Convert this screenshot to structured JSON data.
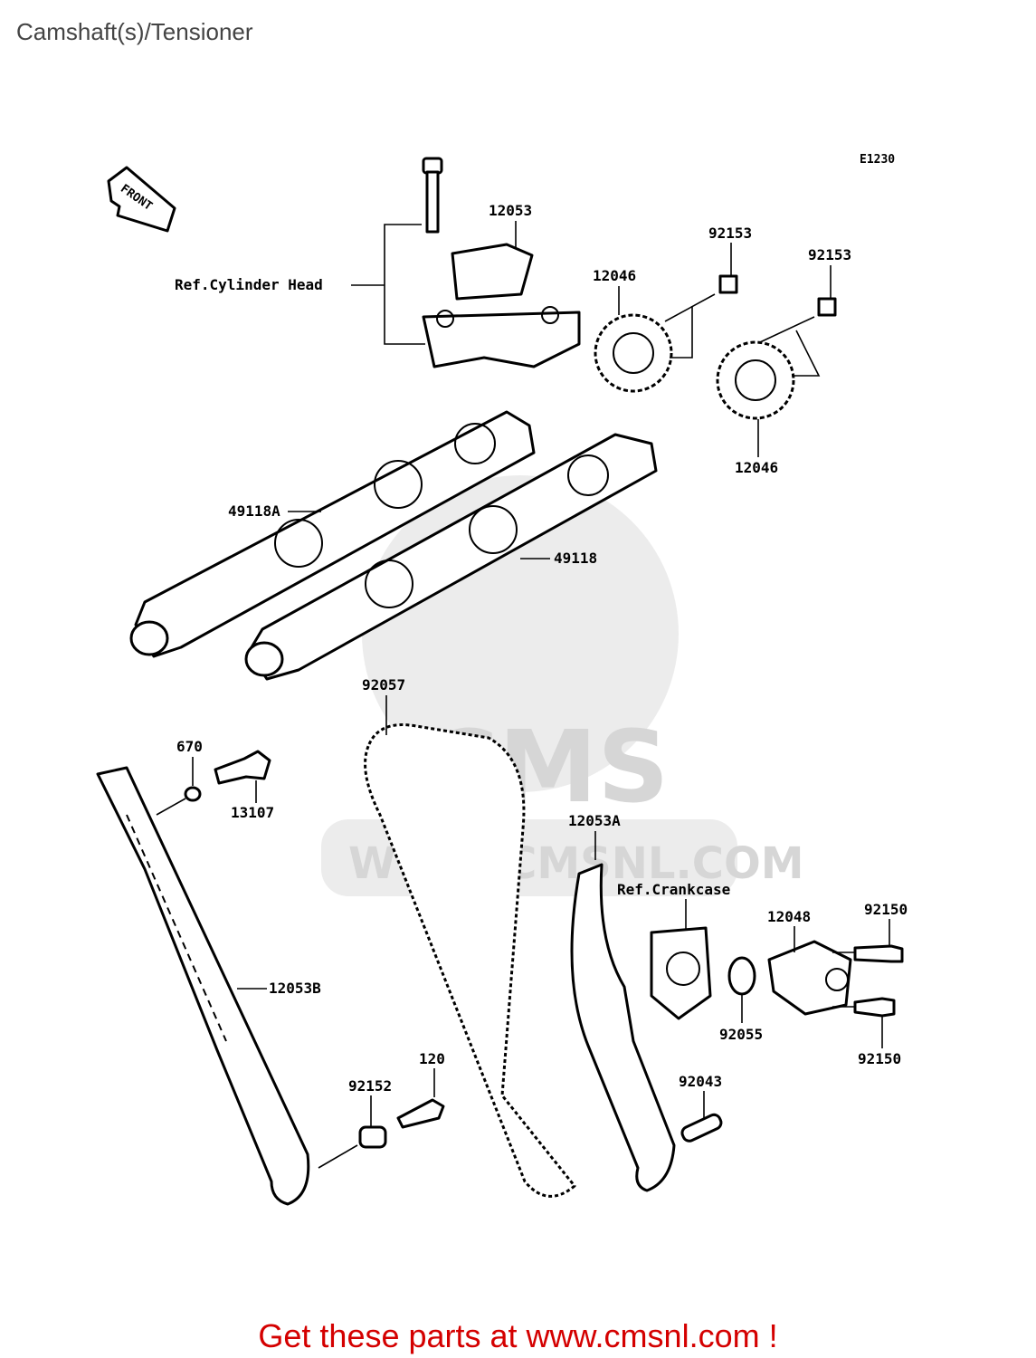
{
  "header": {
    "title": "Camshaft(s)/Tensioner"
  },
  "diagram": {
    "code": "E1230",
    "front_label": "FRONT",
    "labels": {
      "p12053": "12053",
      "p92153a": "92153",
      "p92153b": "92153",
      "p12046a": "12046",
      "p12046b": "12046",
      "ref_cyl": "Ref.Cylinder Head",
      "p49118a": "49118A",
      "p49118": "49118",
      "p92057": "92057",
      "p670": "670",
      "p13107": "13107",
      "p12053a": "12053A",
      "ref_crank": "Ref.Crankcase",
      "p12048": "12048",
      "p92150a": "92150",
      "p92150b": "92150",
      "p92055": "92055",
      "p12053b": "12053B",
      "p120": "120",
      "p92152": "92152",
      "p92043": "92043"
    }
  },
  "watermark": {
    "text": "WWW.CMSNL.COM",
    "logo": "CMS"
  },
  "footer": {
    "cta": "Get these parts at www.cmsnl.com !",
    "cta_color": "#d40000"
  }
}
